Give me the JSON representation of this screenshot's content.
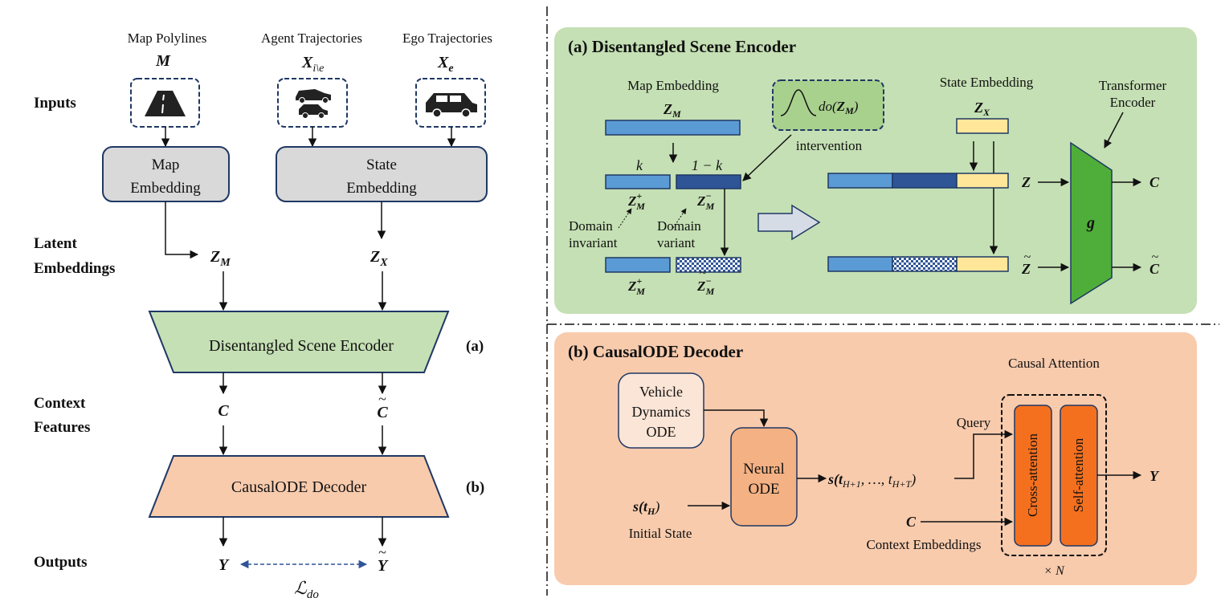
{
  "left": {
    "row_labels": {
      "inputs": "Inputs",
      "latent_1": "Latent",
      "latent_2": "Embeddings",
      "context_1": "Context",
      "context_2": "Features",
      "outputs": "Outputs"
    },
    "inputs": {
      "map_title": "Map Polylines",
      "map_symbol": "M",
      "agent_title": "Agent Trajectories",
      "agent_symbol": "X",
      "agent_sub": "i\\e",
      "ego_title": "Ego Trajectories",
      "ego_symbol": "X",
      "ego_sub": "e"
    },
    "embed": {
      "map_1": "Map",
      "map_2": "Embedding",
      "state_1": "State",
      "state_2": "Embedding"
    },
    "latent": {
      "zm": "Z",
      "zm_sub": "M",
      "zx": "Z",
      "zx_sub": "X"
    },
    "encoder": {
      "label": "Disentangled Scene Encoder",
      "tag": "(a)"
    },
    "context": {
      "c": "C",
      "c_tilde": "C"
    },
    "decoder": {
      "label": "CausalODE Decoder",
      "tag": "(b)"
    },
    "outputs": {
      "y": "Y",
      "y_tilde": "Y"
    },
    "loss": {
      "symbol": "ℒ",
      "sub": "do"
    }
  },
  "panel_a": {
    "title": "(a) Disentangled Scene Encoder",
    "map_embedding": "Map Embedding",
    "zm": "Z",
    "zm_sub": "M",
    "k": "k",
    "one_minus_k": "1 − k",
    "zm_plus": "Z",
    "zm_plus_sup": "+",
    "zm_plus_sub": "M",
    "zm_minus": "Z",
    "zm_minus_sup": "−",
    "zm_minus_sub": "M",
    "domain_invariant_1": "Domain",
    "domain_invariant_2": "invariant",
    "domain_variant_1": "Domain",
    "domain_variant_2": "variant",
    "do_label": "do(",
    "do_z": "Z",
    "do_sub": "M",
    "do_close": ")",
    "intervention": "intervention",
    "state_embedding": "State Embedding",
    "zx": "Z",
    "zx_sub": "X",
    "z": "Z",
    "z_tilde": "Z",
    "transformer_1": "Transformer",
    "transformer_2": "Encoder",
    "g": "g",
    "c": "C",
    "c_tilde": "C",
    "colors": {
      "light_blue": "#5b9bd5",
      "dark_blue": "#2f5597",
      "yellow": "#ffe699",
      "green": "#4fae3a",
      "panel": "#c5e0b4"
    }
  },
  "panel_b": {
    "title": "(b) CausalODE Decoder",
    "vehicle_1": "Vehicle",
    "vehicle_2": "Dynamics",
    "vehicle_3": "ODE",
    "neural_1": "Neural",
    "neural_2": "ODE",
    "s_th": "s(t",
    "s_th_sub": "H",
    "s_th_close": ")",
    "initial_state": "Initial State",
    "traj": "s(t",
    "traj_sub1": "H+1",
    "traj_mid": ", …, t",
    "traj_sub2": "H+T",
    "traj_close": ")",
    "query": "Query",
    "c": "C",
    "context_embeddings": "Context Embeddings",
    "causal_attention": "Causal Attention",
    "cross_attention": "Cross-attention",
    "self_attention": "Self-attention",
    "times_n": "× N",
    "y": "Y",
    "colors": {
      "panel": "#f8cbad",
      "orange": "#f4701f",
      "neural": "#f4b183",
      "vehicle": "#fbe5d6"
    }
  }
}
